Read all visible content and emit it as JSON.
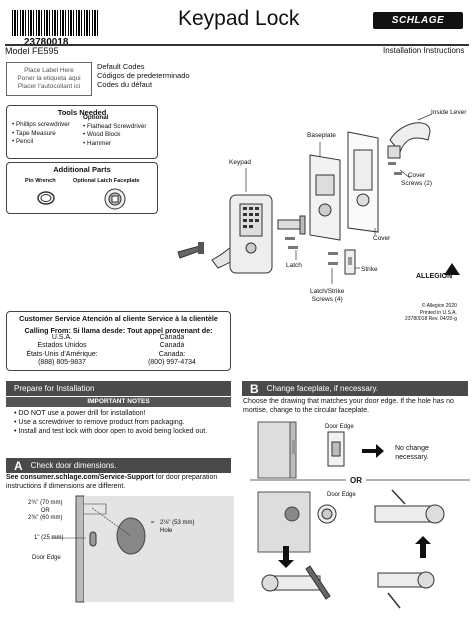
{
  "header": {
    "sku": "23780018",
    "title": "Keypad Lock",
    "brand": "SCHLAGE",
    "model": "Model FE595",
    "doc_type": "Installation Instructions"
  },
  "label_box": [
    "Place Label Here",
    "Poner la etiqueta aqui",
    "Placer l'autocollant ici"
  ],
  "codes": [
    "Default Codes",
    "Códigos de predeterminado",
    "Codes du défaut"
  ],
  "tools": {
    "title": "Tools Needed",
    "required": [
      "Phillips screwdriver",
      "Tape Measure",
      "Pencil"
    ],
    "optional_label": "Optional",
    "optional": [
      "Flathead Screwdriver",
      "Wood Block",
      "Hammer"
    ]
  },
  "parts": {
    "title": "Additional Parts",
    "items": [
      "Pin Wrench",
      "Optional Latch Faceplate"
    ]
  },
  "diagram_labels": {
    "inside_lever": "Inside Lever",
    "baseplate": "Baseplate",
    "keypad": "Keypad",
    "cover_screws": [
      "Cover",
      "Screws (2)"
    ],
    "cover": "Cover",
    "latch": "Latch",
    "strike": "Strike",
    "latch_strike_screws": [
      "Latch/Strike",
      "Screws (4)"
    ]
  },
  "allegion": {
    "brand": "ALLEGION",
    "lines": [
      "© Allegion 2020",
      "Printed in U.S.A.",
      "23780018 Rev. 04/20-g"
    ]
  },
  "customer_service": {
    "title": "Customer Service  Atención al cliente  Service à la clientèle",
    "calling_from": "Calling From:  Si llama desde:  Tout appel provenant de:",
    "left": [
      "U.S.A.",
      "Estados Unidos",
      "États-Unis d'Amérique:",
      "(888) 805-9837"
    ],
    "right": [
      "Canada",
      "Canadá",
      "Canada:",
      "(800) 997-4734"
    ]
  },
  "section_prepare": {
    "title": "Prepare for Installation",
    "notes_header": "IMPORTANT NOTES",
    "notes": [
      "DO NOT use a power drill for installation!",
      "Use a screwdriver to remove product from packaging.",
      "Install and test lock with door open to avoid being locked out."
    ]
  },
  "section_a": {
    "letter": "A",
    "title": "Check door dimensions.",
    "link": "See consumer.schlage.com/Service-Support",
    "text": " for door preparation instructions if dimensions are different.",
    "dims": [
      "2¾\" (70 mm)",
      "OR",
      "2⅜\" (60 mm)",
      "1\" (25 mm)",
      "2⅛\" (53 mm)",
      "Hole"
    ],
    "door_edge": "Door Edge"
  },
  "section_b": {
    "letter": "B",
    "title": "Change faceplate, if necessary.",
    "text": "Choose the drawing that matches your door edge. If the hole has no mortise, change to the circular faceplate.",
    "door_edge_1": "Door Edge",
    "no_change": [
      "No change",
      "necessary."
    ],
    "or_label": "OR",
    "door_edge_2": "Door Edge"
  },
  "colors": {
    "bar": "#4a4a4a",
    "door": "#d2d2d2",
    "hole": "#888888"
  }
}
